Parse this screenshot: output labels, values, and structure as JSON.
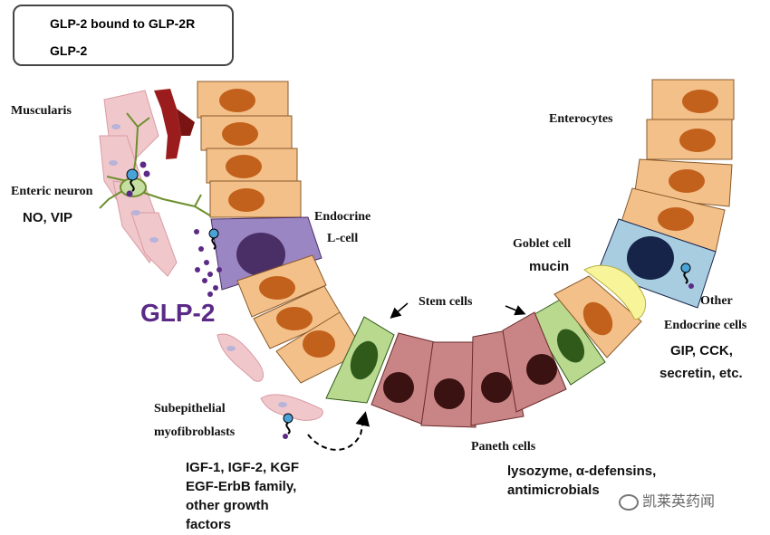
{
  "legend": {
    "bound": "GLP-2 bound to GLP-2R",
    "free": "GLP-2"
  },
  "labels": {
    "muscularis": "Muscularis",
    "enteric_neuron": "Enteric neuron",
    "no_vip": "NO, VIP",
    "glp2": "GLP-2",
    "endocrine": "Endocrine",
    "lcell": "L-cell",
    "enterocytes": "Enterocytes",
    "goblet": "Goblet cell",
    "mucin": "mucin",
    "stem": "Stem cells",
    "other": "Other",
    "endocrine_cells": "Endocrine cells",
    "gip_cck": "GIP, CCK,",
    "secretin": "secretin, etc.",
    "subepithelial": "Subepithelial",
    "myofibroblasts": "myofibroblasts",
    "igf_line1": "IGF-1, IGF-2, KGF",
    "igf_line2": "EGF-ErbB family,",
    "igf_line3": "other growth",
    "igf_line4": "factors",
    "paneth": "Paneth cells",
    "lysozyme": "lysozyme, α-defensins,",
    "antimicrobials": "antimicrobials"
  },
  "watermark": "凯莱英药闻",
  "colors": {
    "enterocyte": "#f3c08a",
    "nucleus": "#c2611b",
    "lcell": "#9b86c4",
    "lcell_nucleus": "#4a2f66",
    "stem": "#b9d98f",
    "stem_nucleus": "#2f5a1a",
    "paneth": "#c98585",
    "paneth_nucleus": "#3a1212",
    "other_endocrine": "#a9cde0",
    "other_nucleus": "#17244a",
    "goblet": "#f8f49a",
    "muscle": "#f0c8cc",
    "vessel": "#9b1c1c",
    "glp2_dot": "#5b2a86",
    "receptor": "#4aa3d8"
  }
}
